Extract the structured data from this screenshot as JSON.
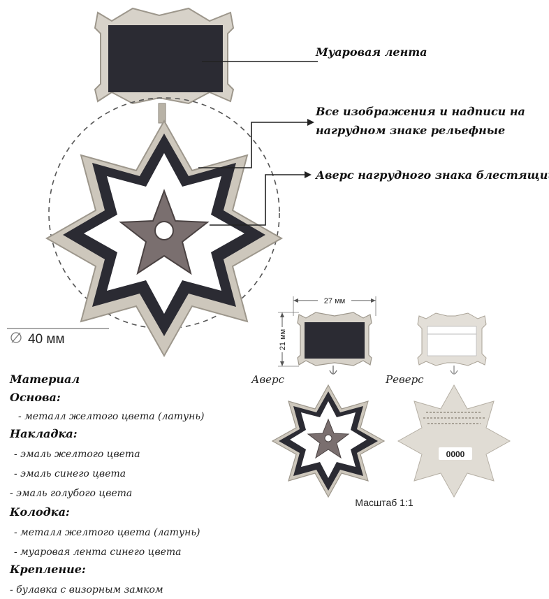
{
  "callouts": {
    "ribbon": "Муаровая лента",
    "relief_line1": "Все изображения и надписи на",
    "relief_line2": "нагрудном знаке рельефные",
    "obverse_shiny": "Аверс нагрудного знака блестящий"
  },
  "diameter_label": "40 мм",
  "small": {
    "width_label": "27 мм",
    "height_label": "21 мм",
    "avers": "Аверс",
    "revers": "Реверс",
    "number": "0000",
    "scale": "Масштаб 1:1"
  },
  "materials": {
    "title": "Материал",
    "base_head": "Основа:",
    "base_1": "- металл желтого цвета (латунь)",
    "overlay_head": "Накладка:",
    "overlay_1": "- эмаль желтого цвета",
    "overlay_2": "- эмаль синего цвета",
    "overlay_3": "- эмаль голубого цвета",
    "block_head": "Колодка:",
    "block_1": "- металл желтого цвета (латунь)",
    "block_2": "- муаровая лента синего цвета",
    "fastening_head": "Крепление:",
    "fastening_1": "- булавка с визорным замком"
  },
  "colors": {
    "dark": "#2b2b33",
    "metal": "#c9c3b8",
    "metal_edge": "#9d978c",
    "enamel_star": "#7a6f6f"
  }
}
